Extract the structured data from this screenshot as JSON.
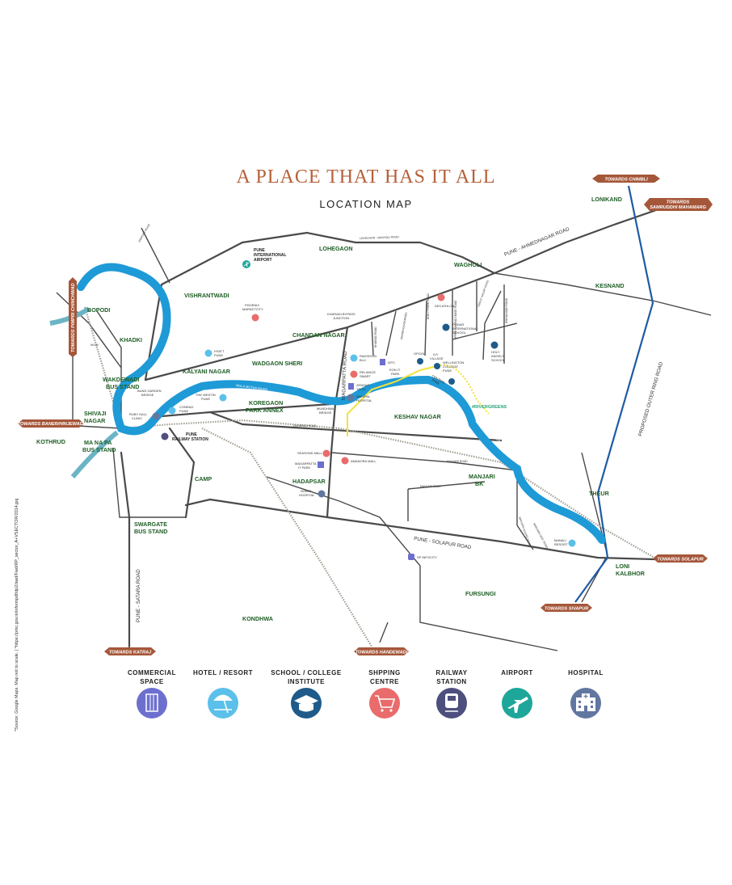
{
  "header": {
    "title": "A PLACE THAT HAS IT ALL",
    "subtitle": "LOCATION MAP"
  },
  "areas": {
    "lohegaon": "LOHEGAON",
    "wagholi": "WAGHOLI",
    "kesnand": "KESNAND",
    "lonikand": "LONIKAND",
    "vishrantwadi": "VISHRANTWADI",
    "bopodi": "BOPODI",
    "khadki": "KHADKI",
    "wakdewadi_1": "WAKDEWADI",
    "wakdewadi_2": "BUS STAND",
    "shivaji_1": "SHIVAJI",
    "shivaji_2": "NAGAR",
    "kothrud": "KOTHRUD",
    "manapa_1": "MA NA PA",
    "manapa_2": "BUS STAND",
    "chandan_nagar": "CHANDAN NAGAR",
    "wadgaon_sheri": "WADGAON SHERI",
    "kalyani_nagar": "KALYANI NAGAR",
    "koregaon_1": "KOREGAON",
    "koregaon_2": "PARK ANNEX",
    "keshav_nagar": "KESHAV NAGAR",
    "camp": "CAMP",
    "hadapsar": "HADAPSAR",
    "manjari_1": "MANJARI",
    "manjari_2": "BK",
    "theur": "THEUR",
    "loni_1": "LONI",
    "loni_2": "KALBHOR",
    "swargate_1": "SWARGATE",
    "swargate_2": "BUS STAND",
    "fursungi": "FURSUNGI",
    "kondhwa": "KONDHWA"
  },
  "roads": {
    "ahmednagar": "PUNE - AHMEDNAGAR ROAD",
    "solapur": "PUNE - SOLAPUR ROAD",
    "satara": "PUNE - SATARA ROAD",
    "ring": "PROPOSED OUTER RING ROAD",
    "magarpatta": "MAGARPATTA ROAD",
    "lohegaon_wagholi": "LOHEGAON - WAGHOLI ROAD",
    "ghorpadi": "GHORPADI ROAD",
    "manjari_road_1": "MANJARI ROAD",
    "manjari_road_2": "MANJARI ROAD",
    "nh60": "NH-60",
    "airport_road": "AIRPORT ROAD",
    "kharadi_road": "KHARADI ROAD",
    "mundhwa_kharadi": "MUNDHWA KHARADI",
    "upper_kharadi": "UPPER KHARADI BASE ROAD",
    "eon_road": "EON IT PARK ROAD",
    "ubale_road": "UBALE NAGAR ROAD",
    "apv_road": "AWHALWADI ROAD",
    "kalwad": "MANJARI KHURD ROAD",
    "manjari_grd": "MANJARI GRD. ROAD",
    "river_1": "MULA MUTHA RIVER",
    "river_2": "MULA MUTHA RIVER",
    "rivergreens": "#RIVERGREENS"
  },
  "tags": {
    "chimbli": "TOWARDS CHIMBLI",
    "samruddhi_1": "TOWARDS",
    "samruddhi_2": "SAMRUDDHI MAHAMARG",
    "pimpri": "TOWARDS PIMPRI CHINCHWAD",
    "baner": "TOWARDS BANER/HINJEWADI",
    "solapur": "TOWARDS SOLAPUR",
    "sinhagad": "TOWARDS SIVAPUR",
    "katraj": "TOWARDS KATRAJ",
    "handewadi": "TOWARDS HANDEWADI"
  },
  "pois": {
    "airport_1": "PUNE",
    "airport_2": "INTERNATIONAL",
    "airport_3": "AIRPORT",
    "phoenix_1": "PHOENIX",
    "phoenix_2": "MARKETCITY",
    "kharadi_jn_1": "KHARADI BYPASS",
    "kharadi_jn_2": "JUNCTION",
    "decathlon": "DECATHLON",
    "podar_1": "PODAR",
    "podar_2": "INTERNATIONAL",
    "podar_3": "SCHOOL",
    "holy_1": "HOLY",
    "holy_2": "ANGELS",
    "holy_3": "SCHOOL",
    "hyatt_1": "HYATT",
    "hyatt_2": "PUNE",
    "radisson_1": "RADISSON",
    "radisson_2": "BLU",
    "wtc_1": "WTC",
    "eon_1": "EON IT",
    "eon_2": "PARK",
    "reliance_1": "RELIANCE",
    "reliance_2": "SMART",
    "zensar_1": "ZENSAR",
    "zensar_2": "TECH.",
    "manipal_1": "MANIPAL",
    "manipal_2": "HOSPITAL",
    "opool": "OPOOL",
    "ivy_1": "IVY",
    "ivy_2": "VILLAGE",
    "wellington_1": "WELLINGTON",
    "wellington_2": "COLLEGE",
    "wellington_3": "PUNE",
    "centre_1": "CENTRAL",
    "centre_2": "PARK",
    "westin_1": "THE WESTIN",
    "westin_2": "PUNE",
    "conrad_1": "CONRAD",
    "conrad_2": "PUNE",
    "bund_1": "BUND GARDEN",
    "bund_2": "BRIDGE",
    "ruby_1": "RUBY HALL",
    "ruby_2": "CLINIC",
    "station_1": "PUNE",
    "station_2": "RAILWAY STATION",
    "mundhwa_1": "MUNDHWA",
    "mundhwa_2": "BRIDGE",
    "seasons": "SEASONS MALL",
    "magarpatta_1": "MAGARPATTA",
    "magarpatta_2": "IT PARK",
    "amanora": "AMANORA MALL",
    "noble_1": "NOBLE",
    "noble_2": "HOSPITAL",
    "manali_1": "MANALI",
    "manali_2": "RESORT",
    "sp_infocity": "SP INFOCITY"
  },
  "legend": {
    "commercial_1": "COMMERCIAL",
    "commercial_2": "SPACE",
    "hotel": "HOTEL / RESORT",
    "school_1": "SCHOOL / COLLEGE",
    "school_2": "INSTITUTE",
    "shopping_1": "SHPPING",
    "shopping_2": "CENTRE",
    "railway_1": "RAILWAY",
    "railway_2": "STATION",
    "airport": "AIRPORT",
    "hospital": "HOSPITAL"
  },
  "source_note": "*Source: Google Maps. Map not to scale. | *https://pmc.gov.in/informpdf/dp2/swd/Fwd/RP_sector_A+VSECTOR/2014.jpg",
  "colors": {
    "title": "#b5613a",
    "area_label": "#1e5e24",
    "road": "#4a4a4a",
    "river": "#1e9ad6",
    "ring_road": "#1f5aa6",
    "tag": "#a5573a",
    "commercial": "#6d6fcf",
    "hotel": "#5bc0ea",
    "school": "#1e5b8a",
    "shopping": "#ea6b6b",
    "railway": "#4e4f7e",
    "airport": "#1ea69a",
    "hospital": "#6277a0",
    "rivergreens": "#f2e33c"
  }
}
